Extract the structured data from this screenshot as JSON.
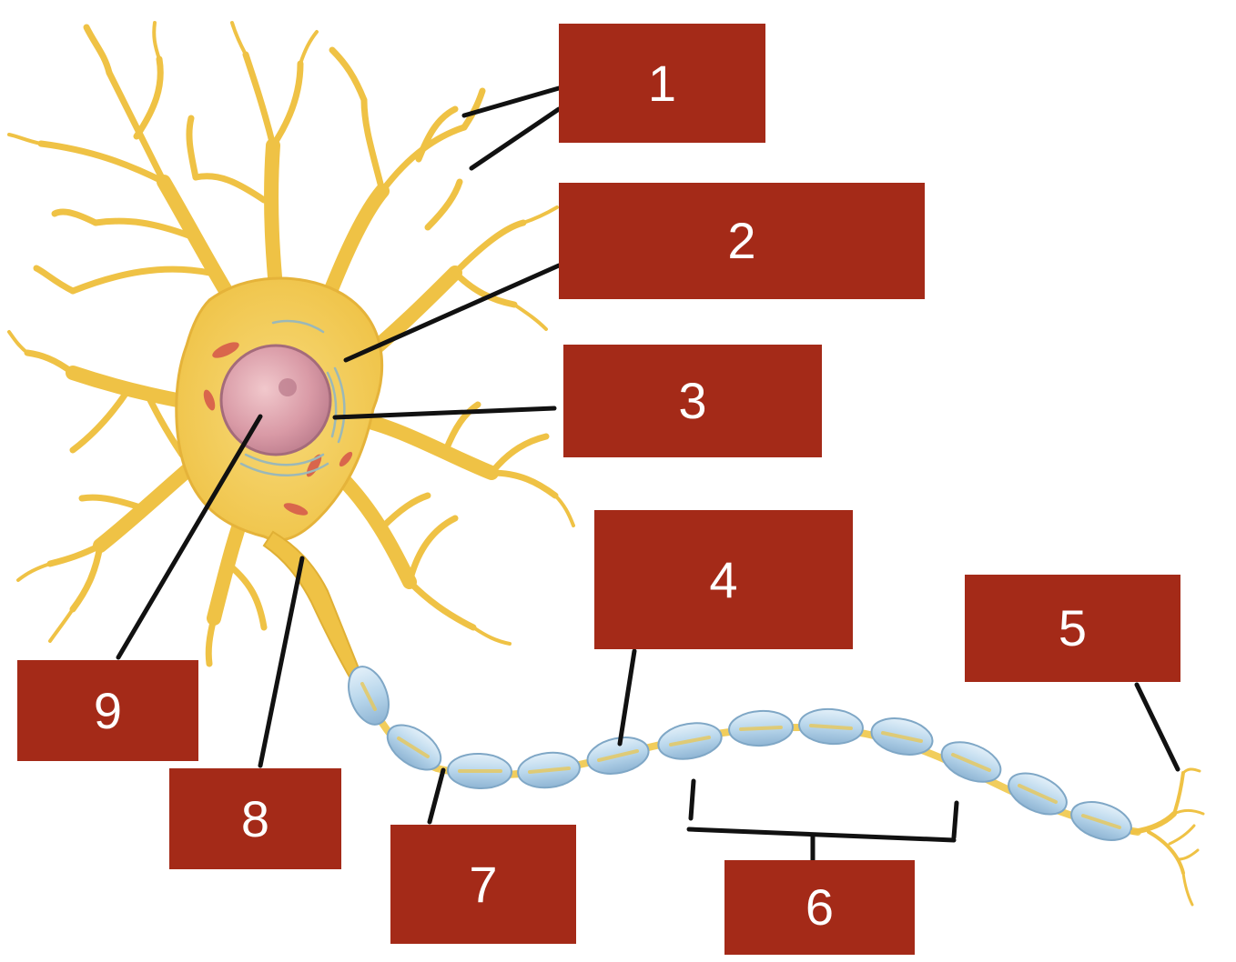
{
  "colors": {
    "label_box": "#a42a18",
    "label_text": "#ffffff",
    "leader_line": "#111111",
    "cell_fill": "#f3cd55",
    "cell_edge": "#dfa92c",
    "nucleus": "#d79aa4",
    "myelin": "#bcd9ec",
    "myelin_edge": "#7fa7c6"
  },
  "labels": [
    {
      "id": "1",
      "text": "1"
    },
    {
      "id": "2",
      "text": "2"
    },
    {
      "id": "3",
      "text": "3"
    },
    {
      "id": "4",
      "text": "4"
    },
    {
      "id": "5",
      "text": "5"
    },
    {
      "id": "6",
      "text": "6"
    },
    {
      "id": "7",
      "text": "7"
    },
    {
      "id": "8",
      "text": "8"
    },
    {
      "id": "9",
      "text": "9"
    }
  ]
}
